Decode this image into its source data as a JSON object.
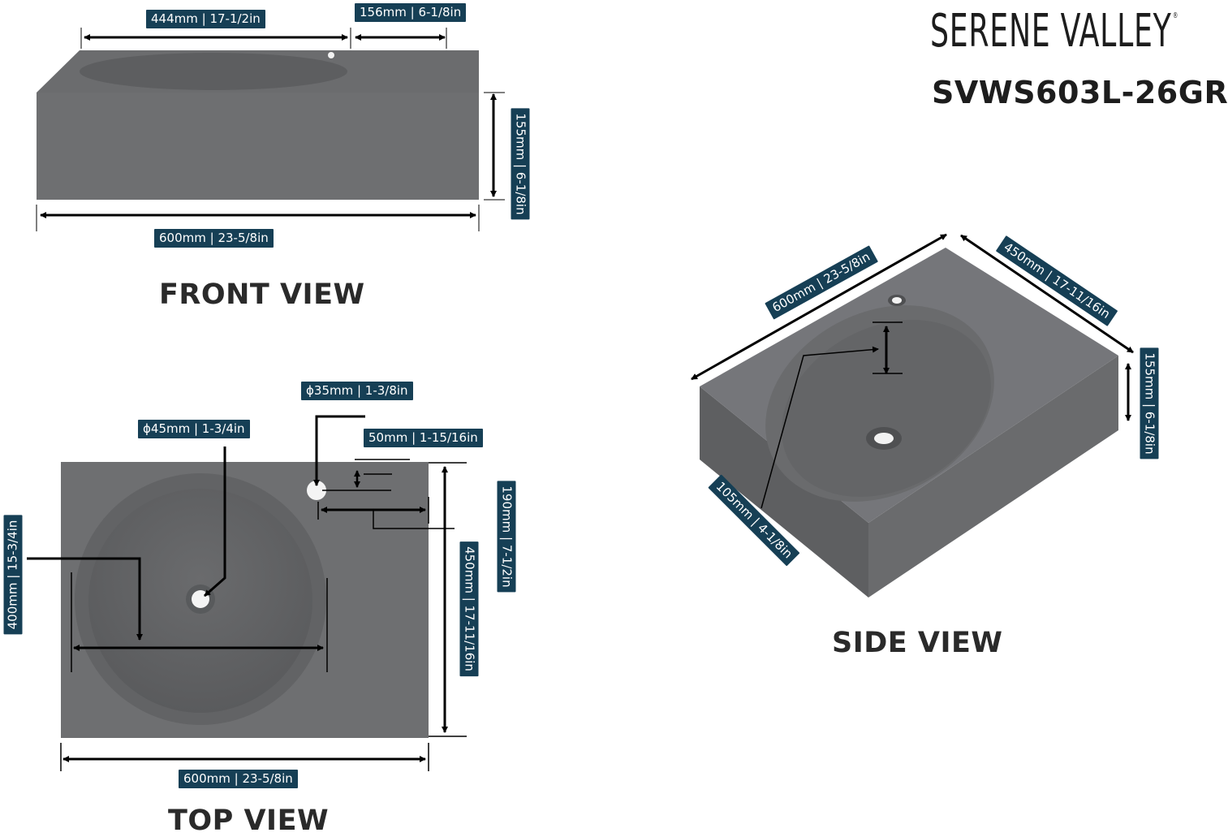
{
  "brand": {
    "name": "SERENE VALLEY",
    "mark": "®",
    "model": "SVWS603L-26GR"
  },
  "colors": {
    "label_bg": "#163f55",
    "sink": "#6e6f71",
    "sink_dark": "#5d5e60",
    "line": "#000000"
  },
  "front_view": {
    "title": "FRONT VIEW",
    "dims": {
      "basin_width": "444mm | 17-1/2in",
      "right_deck": "156mm | 6-1/8in",
      "height": "155mm | 6-1/8in",
      "total_width": "600mm | 23-5/8in"
    }
  },
  "top_view": {
    "title": "TOP VIEW",
    "dims": {
      "faucet_hole": "ϕ35mm | 1-3/8in",
      "drain": "ϕ45mm | 1-3/4in",
      "hole_offset": "50mm | 1-15/16in",
      "hole_to_center": "190mm | 7-1/2in",
      "basin_diameter": "400mm | 15-3/4in",
      "depth": "450mm | 17-11/16in",
      "total_width": "600mm | 23-5/8in"
    }
  },
  "side_view": {
    "title": "SIDE VIEW",
    "dims": {
      "width": "600mm | 23-5/8in",
      "depth": "450mm | 17-11/16in",
      "height": "155mm | 6-1/8in",
      "bowl_depth": "105mm | 4-1/8in"
    }
  }
}
